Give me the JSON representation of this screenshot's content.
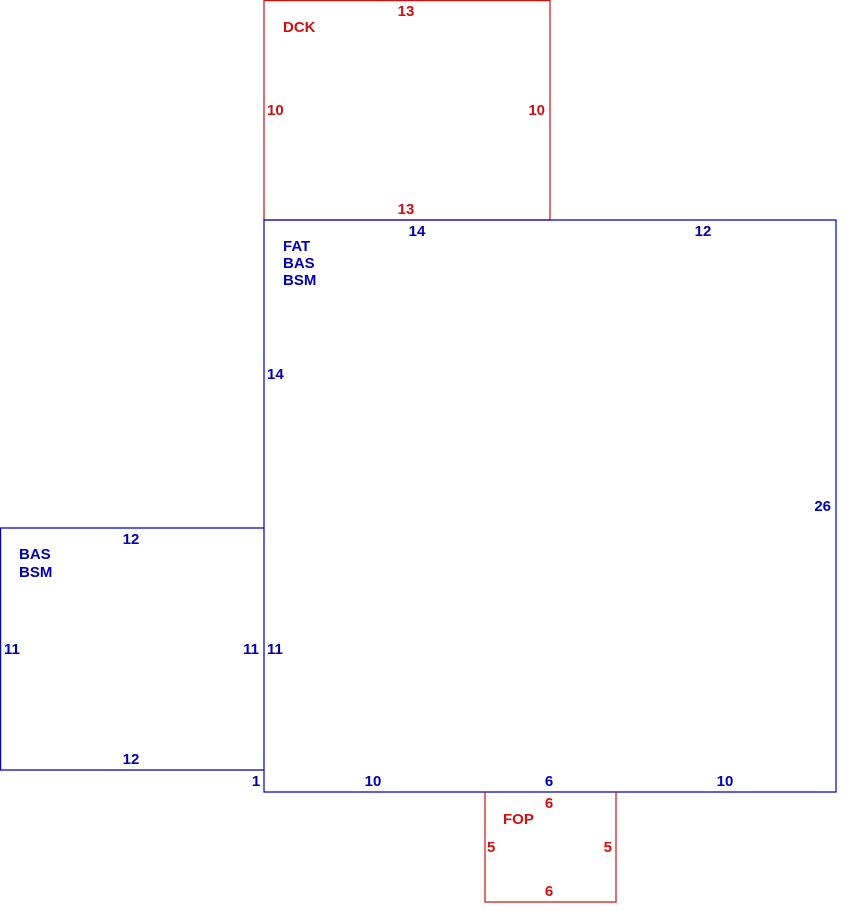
{
  "colors": {
    "living": "#0000b8",
    "exterior": "#d01010",
    "background": "#ffffff"
  },
  "areas": {
    "dck": {
      "codes": [
        "DCK"
      ],
      "dims": {
        "top": "13",
        "bottom": "13",
        "left": "10",
        "right": "10"
      }
    },
    "main": {
      "codes": [
        "FAT",
        "BAS",
        "BSM"
      ],
      "dims": {
        "top_a": "14",
        "top_b": "12",
        "left_upper": "14",
        "left_lower": "11",
        "right": "26",
        "bottom_a": "10",
        "bottom_b": "6",
        "bottom_c": "10",
        "step": "1"
      }
    },
    "side": {
      "codes": [
        "BAS",
        "BSM"
      ],
      "dims": {
        "top": "12",
        "bottom": "12",
        "left": "11",
        "right": "11"
      }
    },
    "fop": {
      "codes": [
        "FOP"
      ],
      "dims": {
        "top": "6",
        "bottom": "6",
        "left": "5",
        "right": "5"
      }
    }
  }
}
